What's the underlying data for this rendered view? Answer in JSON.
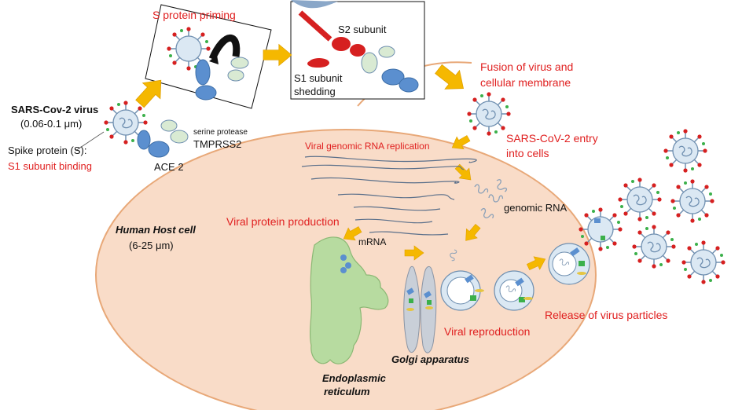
{
  "labels": {
    "s_protein_priming": "S protein priming",
    "s2_subunit": "S2 subunit",
    "s1_shedding_line1": "S1 subunit",
    "s1_shedding_line2": "shedding",
    "fusion_line1": "Fusion of virus and",
    "fusion_line2": "cellular membrane",
    "virus_title": "SARS-Cov-2 virus",
    "virus_size": "(0.06-0.1 μm)",
    "spike_protein": "Spike protein (S):",
    "s1_binding": "S1 subunit binding",
    "serine_protease": "serine protease",
    "tmprss2": "TMPRSS2",
    "ace2": "ACE 2",
    "entry_line1": "SARS-CoV-2 entry",
    "entry_line2": "into cells",
    "genomic_replication": "Viral genomic RNA  replication",
    "genomic_rna": "genomic RNA",
    "protein_production": "Viral protein production",
    "mrna": "mRNA",
    "host_cell": "Human Host cell",
    "host_size": "(6-25 μm)",
    "golgi": "Golgi apparatus",
    "er_line1": "Endoplasmic",
    "er_line2": "reticulum",
    "reproduction": "Viral reproduction",
    "release": "Release of virus particles"
  },
  "colors": {
    "cell_fill": "#f9dcc8",
    "cell_stroke": "#e8a878",
    "arrow": "#f5b800",
    "label_red": "#e02020",
    "virus_fill": "#dbe8f3",
    "virus_stroke": "#6f8fb0",
    "spike_red": "#d62020",
    "ace2_blue": "#5b8fcf",
    "tmprss2_green": "#d9ead3",
    "er_green": "#b7dba0",
    "golgi_gray": "#c9cfd8"
  }
}
